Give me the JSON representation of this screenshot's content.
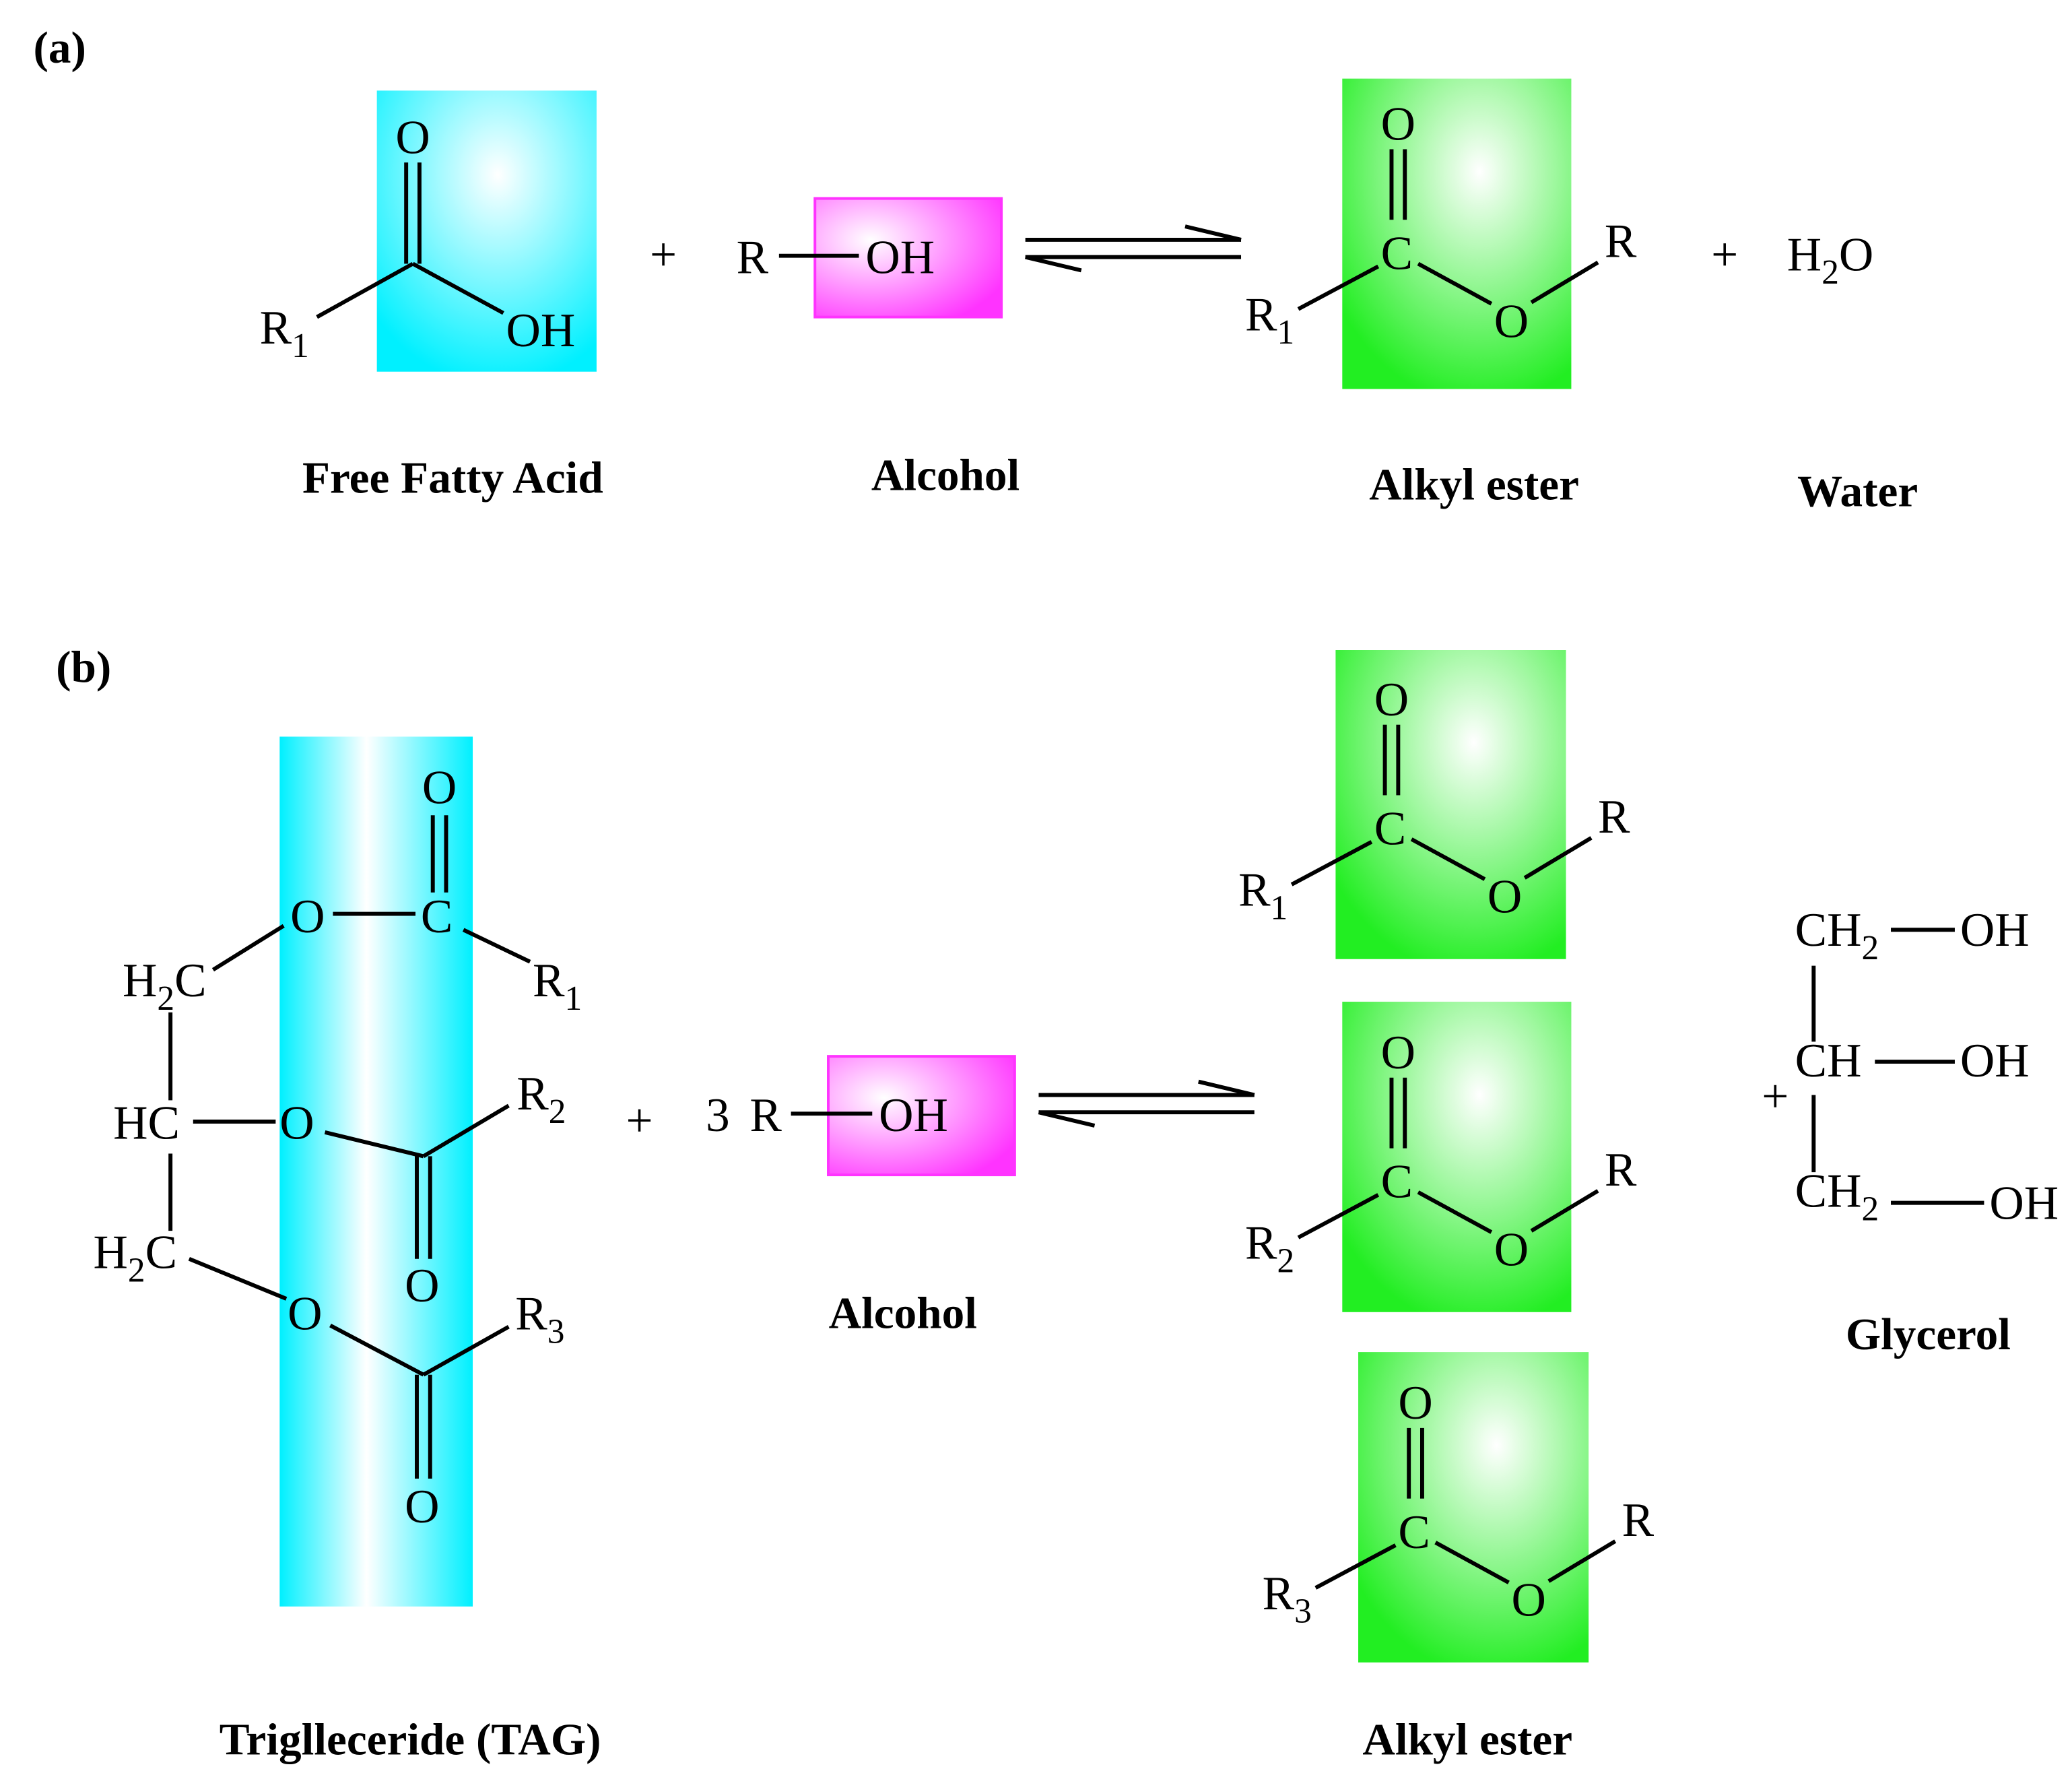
{
  "panel_a": {
    "label": "(a)",
    "plus1": "+",
    "plus2": "+",
    "reactant1": {
      "name": "Free Fatty Acid",
      "atoms": {
        "O": "O",
        "R": "R",
        "R_sub": "1",
        "OH": "OH"
      }
    },
    "reactant2": {
      "name": "Alcohol",
      "R": "R",
      "OH": "OH"
    },
    "product1": {
      "name": "Alkyl ester",
      "atoms": {
        "O": "O",
        "C": "C",
        "R": "R",
        "R_sub": "1",
        "O2": "O",
        "R2": "R"
      }
    },
    "product2": {
      "name": "Water",
      "H": "H",
      "sub": "2",
      "O": "O"
    }
  },
  "panel_b": {
    "label": "(b)",
    "plus1": "+",
    "plus2": "+",
    "reactant1": {
      "name": "Triglleceride (TAG)",
      "H2C_top": {
        "H": "H",
        "sub": "2",
        "C": "C"
      },
      "HC": "HC",
      "H2C_bottom": {
        "H": "H",
        "sub": "2",
        "C": "C"
      },
      "O": "O",
      "C": "C",
      "R": "R",
      "R1_sub": "1",
      "R2_sub": "2",
      "R3_sub": "3"
    },
    "reactant2": {
      "name": "Alcohol",
      "coef": "3",
      "R": "R",
      "OH": "OH"
    },
    "products_esters": {
      "name": "Alkyl ester",
      "items": [
        {
          "O": "O",
          "C": "C",
          "R": "R",
          "R_sub": "1",
          "O2": "O",
          "R2": "R"
        },
        {
          "O": "O",
          "C": "C",
          "R": "R",
          "R_sub": "2",
          "O2": "O",
          "R2": "R"
        },
        {
          "O": "O",
          "C": "C",
          "R": "R",
          "R_sub": "3",
          "O2": "O",
          "R2": "R"
        }
      ]
    },
    "glycerol": {
      "name": "Glycerol",
      "CH": "CH",
      "sub": "2",
      "OH": "OH"
    }
  },
  "colors": {
    "acid_box": "#00f0ff",
    "alcohol_box": "#ff33ff",
    "ester_box": "#22ee22"
  }
}
